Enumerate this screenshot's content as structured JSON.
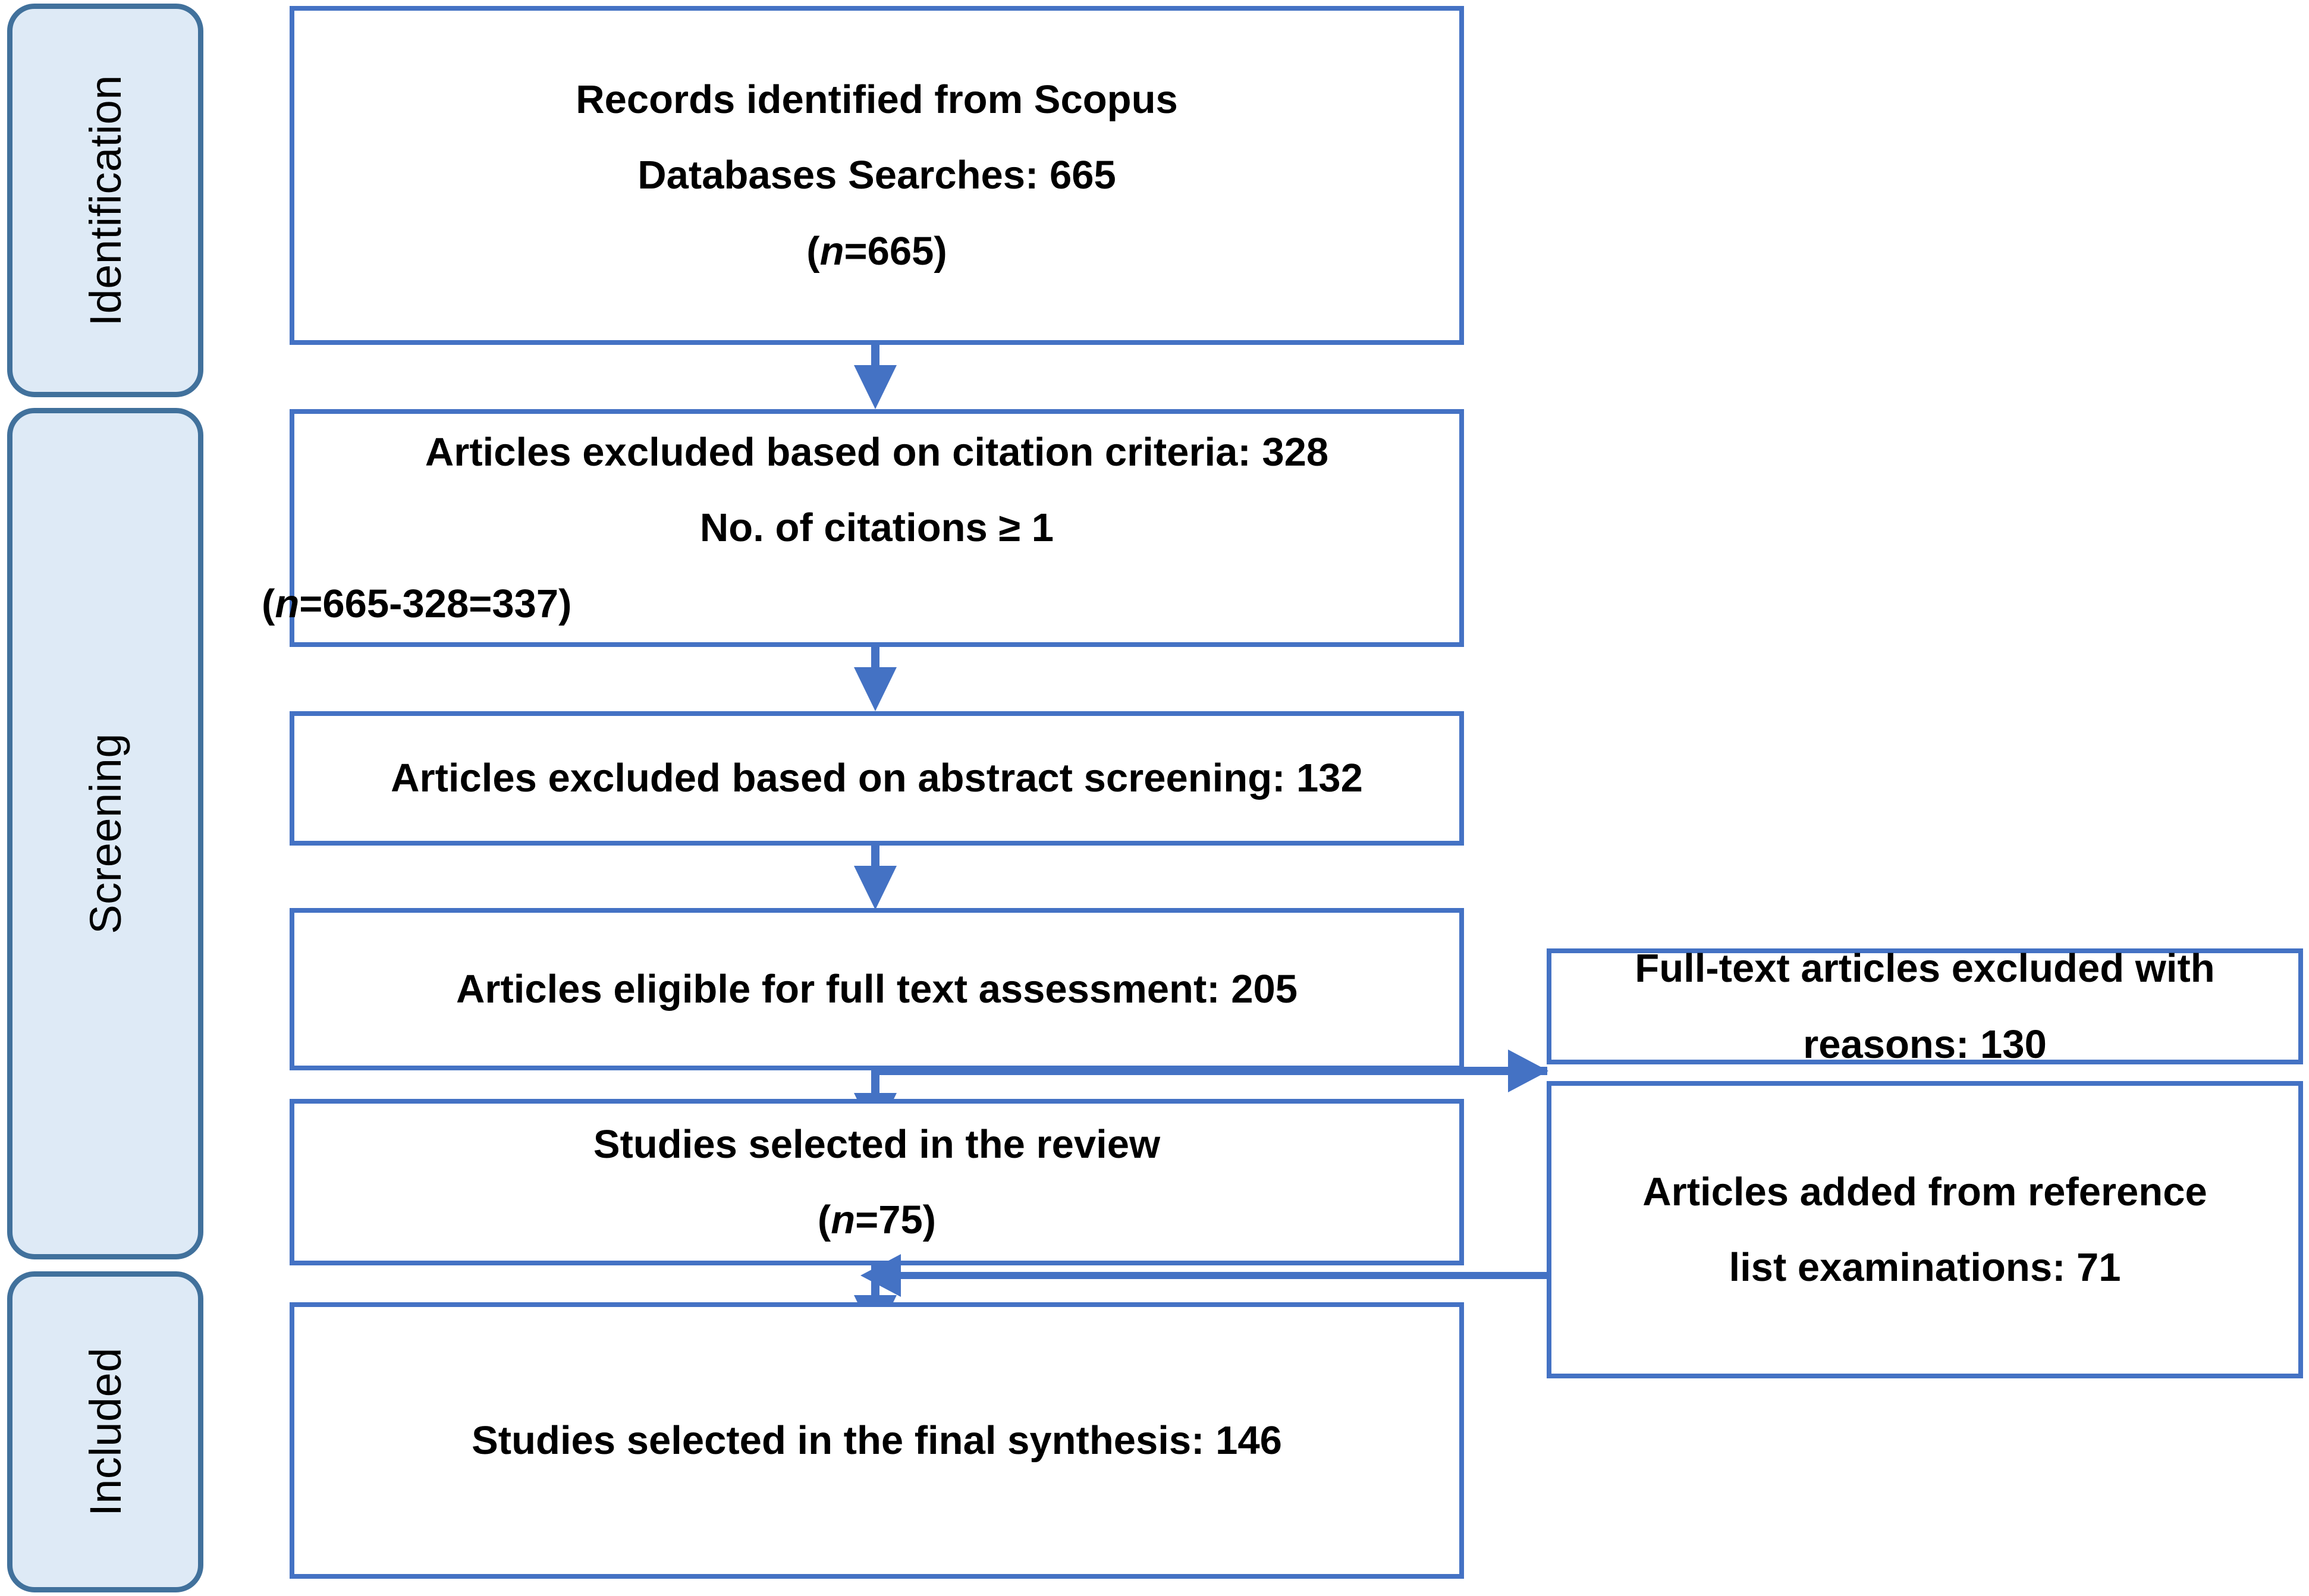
{
  "diagram": {
    "type": "prisma-flow-diagram",
    "accent_color": "#4472C4",
    "pill_border_color": "#41719C",
    "pill_fill_color": "#DEEAF6",
    "text_color": "#000000"
  },
  "stages": [
    {
      "label": "Identification"
    },
    {
      "label": "Screening"
    },
    {
      "label": "Included"
    }
  ],
  "boxes": {
    "identified": {
      "line1": "Records identified from Scopus",
      "line2": "Databases Searches: 665",
      "line3_pre": "(",
      "line3_ital": "n",
      "line3_post": "=665)"
    },
    "excluded_citation": {
      "line1": "Articles excluded based on citation criteria: 328",
      "line2": "No. of citations ≥ 1",
      "line3_pre": "(",
      "line3_ital": "n",
      "line3_post": "=665-328=337)"
    },
    "excluded_abstract": {
      "line1": "Articles excluded based on abstract screening: 132"
    },
    "eligible_fulltext": {
      "line1": "Articles eligible for full text assessment: 205"
    },
    "selected_review": {
      "line1": "Studies selected in the review",
      "line2_pre": "(",
      "line2_ital": "n",
      "line2_post": "=75)"
    },
    "final_synthesis": {
      "line1": "Studies selected in the final synthesis: 146"
    },
    "excluded_reasons": {
      "line1": "Full-text articles excluded with",
      "line2": "reasons: 130"
    },
    "added_reference": {
      "line1": "Articles added from reference",
      "line2": "list examinations: 71"
    }
  },
  "chart_data": {
    "type": "diagram",
    "title": "PRISMA study selection flow",
    "nodes": [
      {
        "id": "identified",
        "stage": "Identification",
        "label": "Records identified from Scopus Databases Searches: 665",
        "n": 665
      },
      {
        "id": "excluded_citation",
        "stage": "Screening",
        "label": "Articles excluded based on citation criteria: 328 / No. of citations ≥ 1",
        "excluded": 328,
        "remaining": 337
      },
      {
        "id": "excluded_abstract",
        "stage": "Screening",
        "label": "Articles excluded based on abstract screening: 132",
        "excluded": 132
      },
      {
        "id": "eligible_fulltext",
        "stage": "Screening",
        "label": "Articles eligible for full text assessment: 205",
        "n": 205
      },
      {
        "id": "excluded_reasons",
        "stage": "Screening",
        "label": "Full-text articles excluded with reasons: 130",
        "excluded": 130
      },
      {
        "id": "selected_review",
        "stage": "Screening",
        "label": "Studies selected in the review",
        "n": 75
      },
      {
        "id": "added_reference",
        "stage": "Screening",
        "label": "Articles added from reference list examinations: 71",
        "added": 71
      },
      {
        "id": "final_synthesis",
        "stage": "Included",
        "label": "Studies selected in the final synthesis: 146",
        "n": 146
      }
    ],
    "edges": [
      {
        "from": "identified",
        "to": "excluded_citation",
        "direction": "down"
      },
      {
        "from": "excluded_citation",
        "to": "excluded_abstract",
        "direction": "down"
      },
      {
        "from": "excluded_abstract",
        "to": "eligible_fulltext",
        "direction": "down"
      },
      {
        "from": "eligible_fulltext",
        "to": "selected_review",
        "direction": "down"
      },
      {
        "from": "eligible_fulltext",
        "to": "excluded_reasons",
        "direction": "right"
      },
      {
        "from": "selected_review",
        "to": "final_synthesis",
        "direction": "down"
      },
      {
        "from": "added_reference",
        "to": "final_synthesis",
        "direction": "left"
      }
    ]
  }
}
